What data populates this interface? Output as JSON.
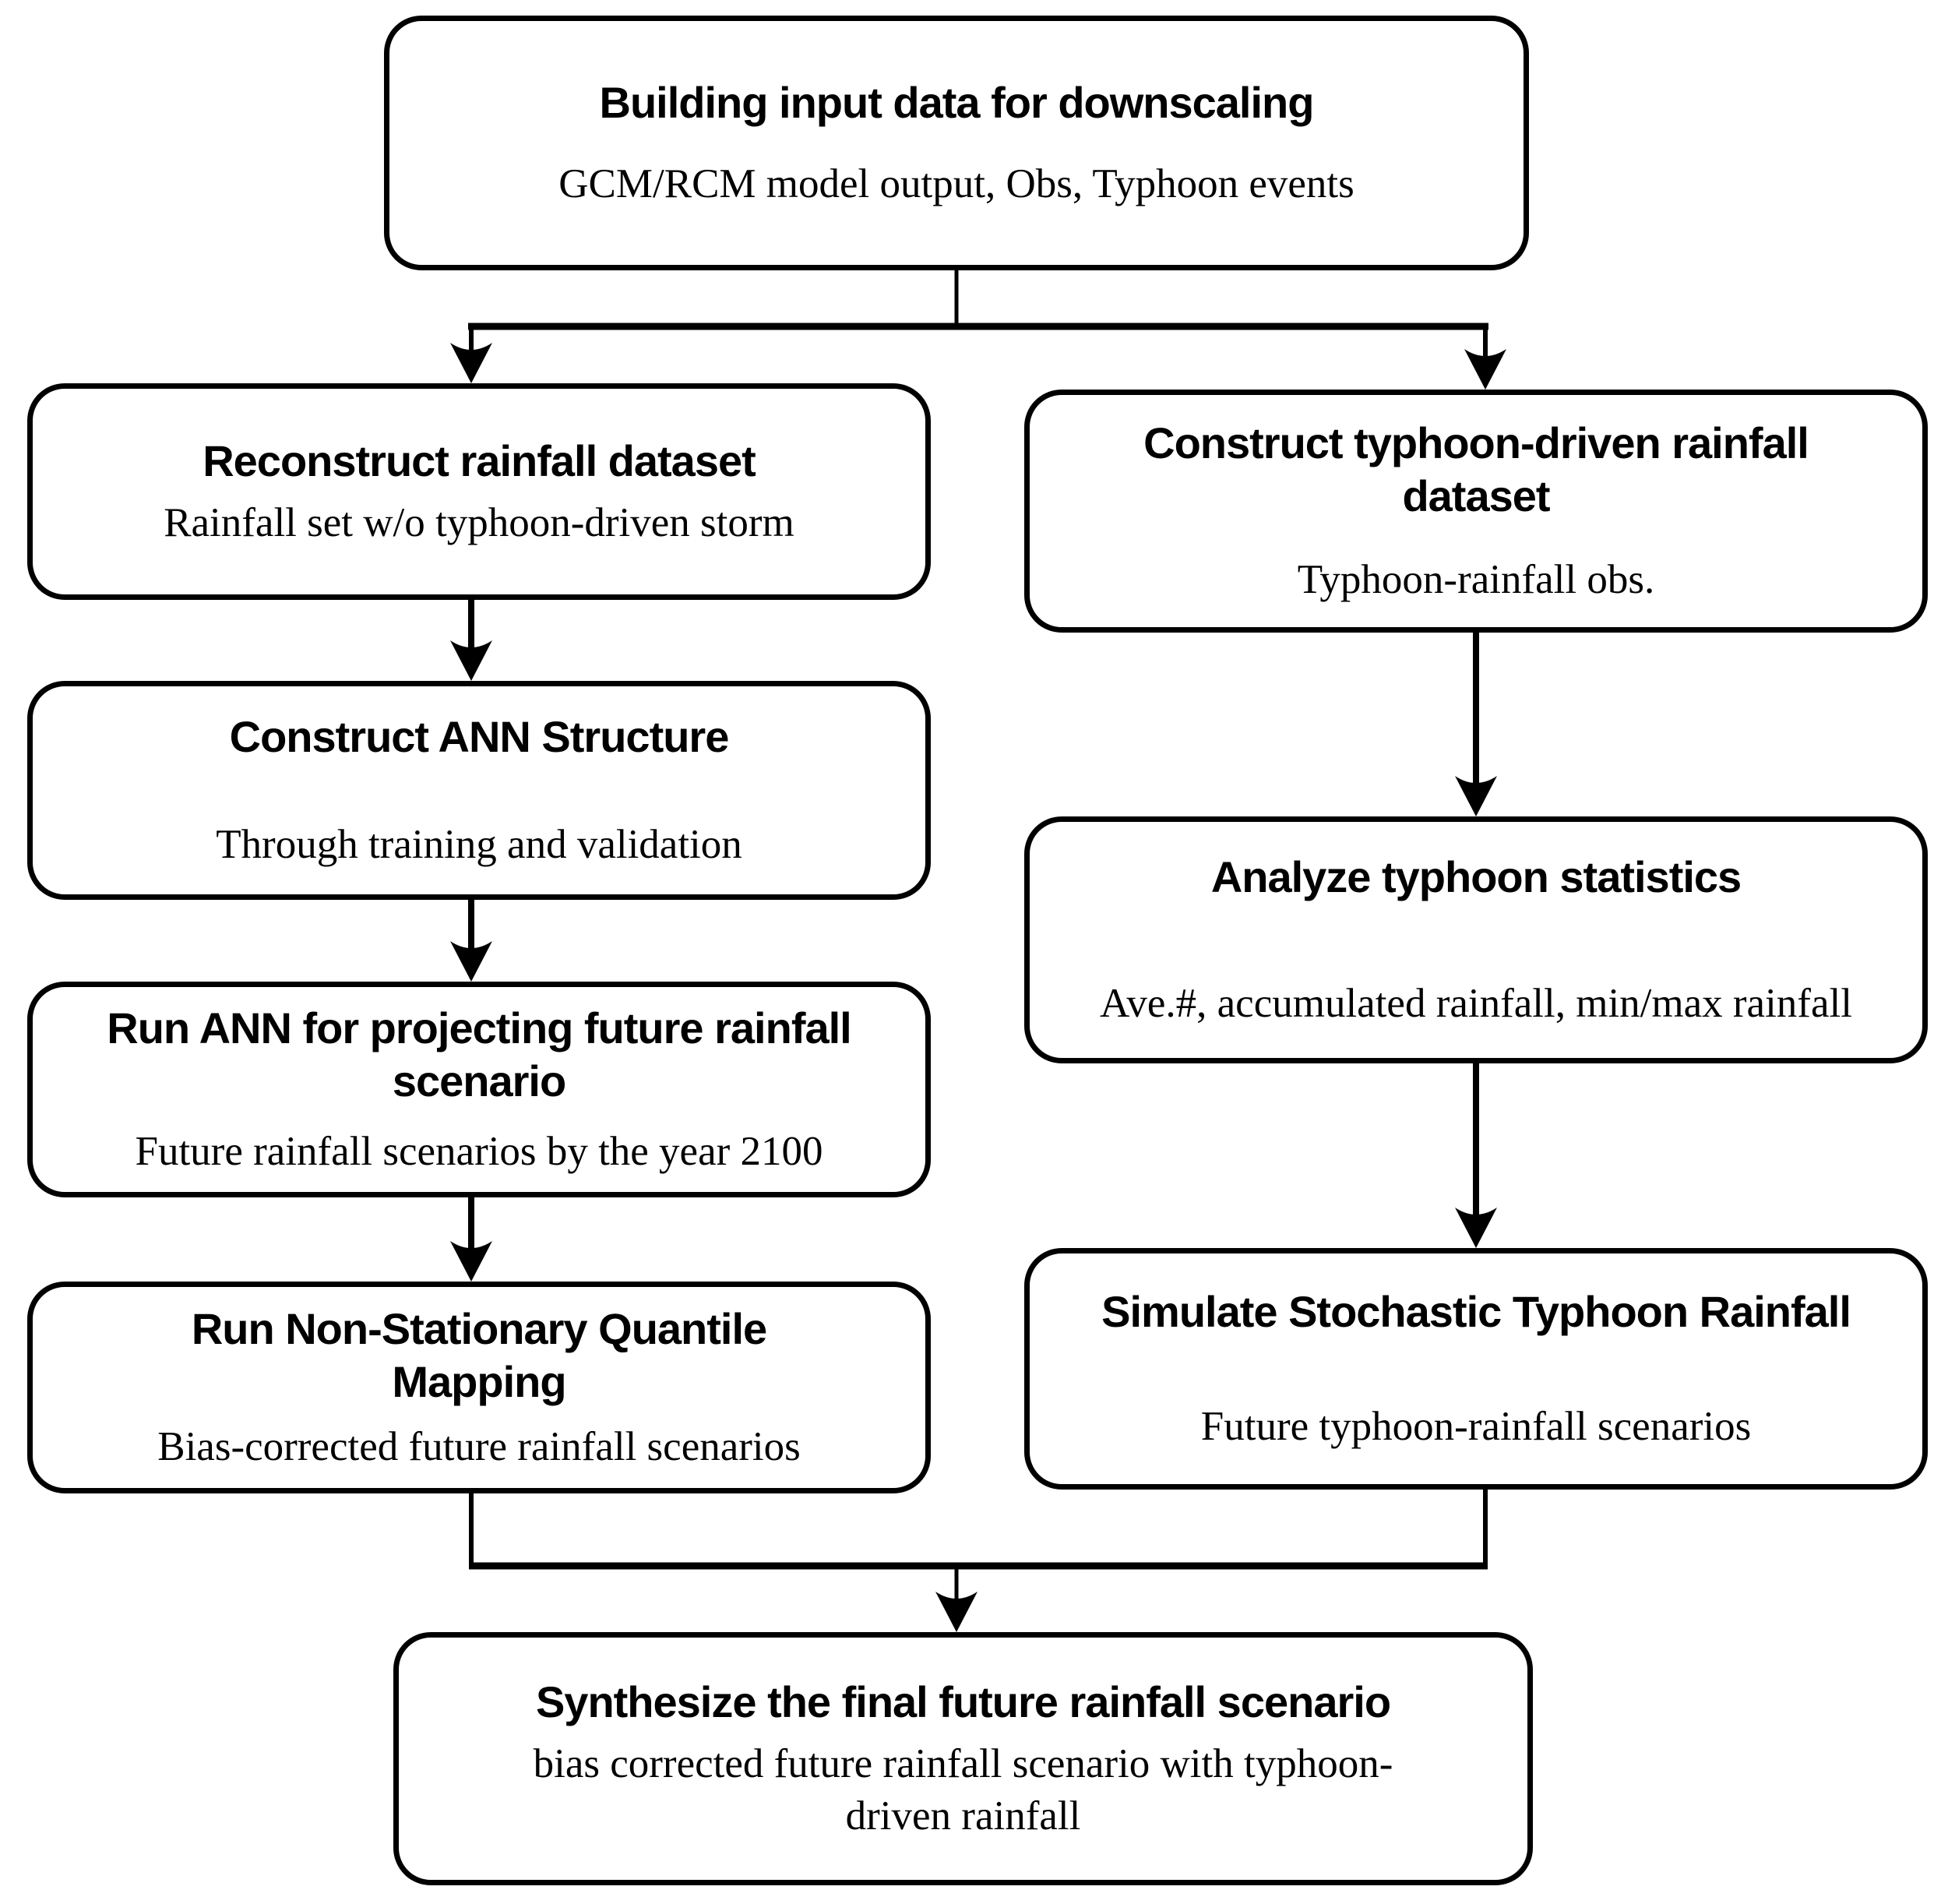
{
  "diagram": {
    "type": "flowchart",
    "background_color": "#ffffff",
    "line_color": "#000000",
    "nodes": {
      "input": {
        "title": "Building input data for downscaling",
        "subtitle": "GCM/RCM model output, Obs, Typhoon events"
      },
      "reconstruct": {
        "title": "Reconstruct rainfall dataset",
        "subtitle": "Rainfall set w/o typhoon-driven storm"
      },
      "ann_structure": {
        "title": "Construct ANN Structure",
        "subtitle": "Through training and validation"
      },
      "run_ann": {
        "title": "Run ANN for projecting future rainfall\nscenario",
        "subtitle": "Future rainfall scenarios by the year 2100"
      },
      "quantile_mapping": {
        "title": "Run Non-Stationary Quantile\nMapping",
        "subtitle": "Bias-corrected future rainfall scenarios"
      },
      "typhoon_dataset": {
        "title": "Construct typhoon-driven rainfall\ndataset",
        "subtitle": "Typhoon-rainfall obs."
      },
      "typhoon_stats": {
        "title": "Analyze typhoon statistics",
        "subtitle": "Ave.#, accumulated rainfall, min/max rainfall"
      },
      "simulate_typhoon": {
        "title": "Simulate Stochastic Typhoon Rainfall",
        "subtitle": "Future typhoon-rainfall scenarios"
      },
      "synthesize": {
        "title": "Synthesize the final future rainfall scenario",
        "subtitle": "bias corrected future rainfall scenario with typhoon-\ndriven rainfall"
      }
    },
    "edges": [
      "input -> reconstruct",
      "input -> typhoon_dataset",
      "reconstruct -> ann_structure",
      "ann_structure -> run_ann",
      "run_ann -> quantile_mapping",
      "typhoon_dataset -> typhoon_stats",
      "typhoon_stats -> simulate_typhoon",
      "quantile_mapping -> synthesize",
      "simulate_typhoon -> synthesize"
    ]
  }
}
